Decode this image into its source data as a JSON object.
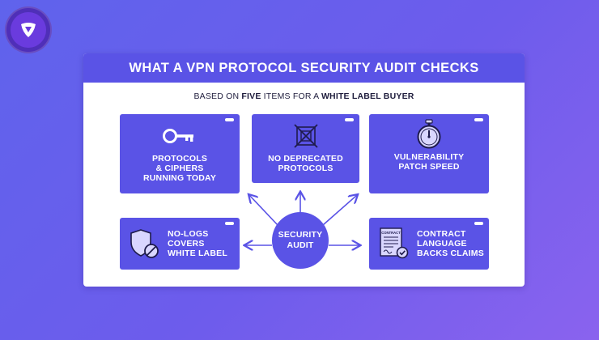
{
  "brand": {
    "accent": "#5a53e6",
    "background": "#6d5cec",
    "logo_icon": "shield-icon"
  },
  "card": {
    "title": "WHAT A VPN PROTOCOL SECURITY AUDIT CHECKS",
    "subtitle": {
      "part1": "BASED ON ",
      "bold1": "FIVE",
      "part2": " ITEMS FOR A ",
      "bold2": "WHITE LABEL BUYER"
    }
  },
  "items": [
    {
      "label": "PROTOCOLS\n& CIPHERS\nRUNNING TODAY",
      "icon": "key-icon"
    },
    {
      "label": "NO DEPRECATED\nPROTOCOLS",
      "icon": "crossed-box-icon"
    },
    {
      "label": "VULNERABILITY\nPATCH SPEED",
      "icon": "stopwatch-icon"
    },
    {
      "label": "NO-LOGS\nCOVERS\nWHITE LABEL",
      "icon": "no-logs-shield-icon"
    },
    {
      "label": "CONTRACT\nLANGUAGE\nBACKS CLAIMS",
      "icon": "contract-icon",
      "icon_text": "CONTRACT"
    }
  ],
  "center": {
    "label": "SECURITY\nAUDIT"
  }
}
